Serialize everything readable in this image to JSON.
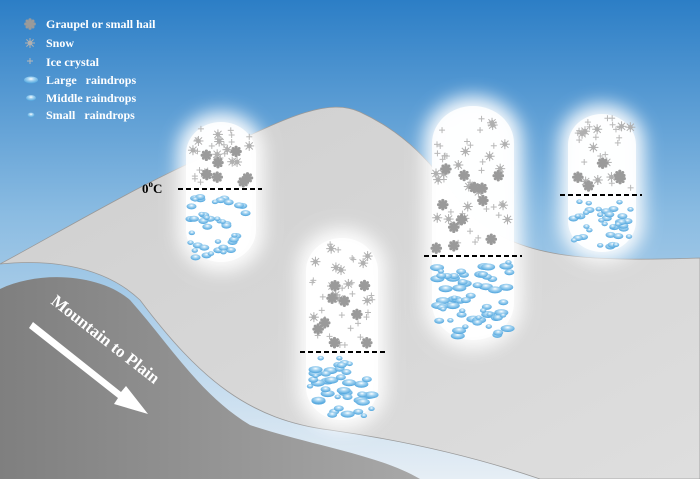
{
  "legend": {
    "items": [
      {
        "label": "Graupel or small hail",
        "icon": "graupel-icon"
      },
      {
        "label": "Snow",
        "icon": "snowflake-icon"
      },
      {
        "label": "Ice crystal",
        "icon": "ice-crystal-icon"
      },
      {
        "label": "Large   raindrops",
        "icon": "large-raindrop-icon"
      },
      {
        "label": "Middle raindrops",
        "icon": "middle-raindrop-icon"
      },
      {
        "label": "Small   raindrops",
        "icon": "small-raindrop-icon"
      }
    ]
  },
  "freezing_level": {
    "value": "0",
    "unit_sup": "o",
    "unit": "C"
  },
  "arrow": {
    "label": "Mountain to Plain"
  },
  "colors": {
    "sky_top": "#2c7ec6",
    "sky_bottom": "#e6eef5",
    "terrain_top": "#d4d4d4",
    "terrain_front": "#8f8f8f",
    "graupel": "#9a9a9a",
    "snow": "#b8b8b8",
    "raindrop": "#6db3e3"
  },
  "clouds": [
    {
      "name": "cloud-1",
      "graupel": 7,
      "snow": 10,
      "ice": 22,
      "large": 0,
      "middle": 28,
      "small": 14
    },
    {
      "name": "cloud-2",
      "graupel": 9,
      "snow": 12,
      "ice": 26,
      "large": 18,
      "middle": 16,
      "small": 8
    },
    {
      "name": "cloud-3",
      "graupel": 12,
      "snow": 18,
      "ice": 30,
      "large": 24,
      "middle": 26,
      "small": 12
    },
    {
      "name": "cloud-4",
      "graupel": 5,
      "snow": 10,
      "ice": 22,
      "large": 0,
      "middle": 20,
      "small": 18
    }
  ]
}
